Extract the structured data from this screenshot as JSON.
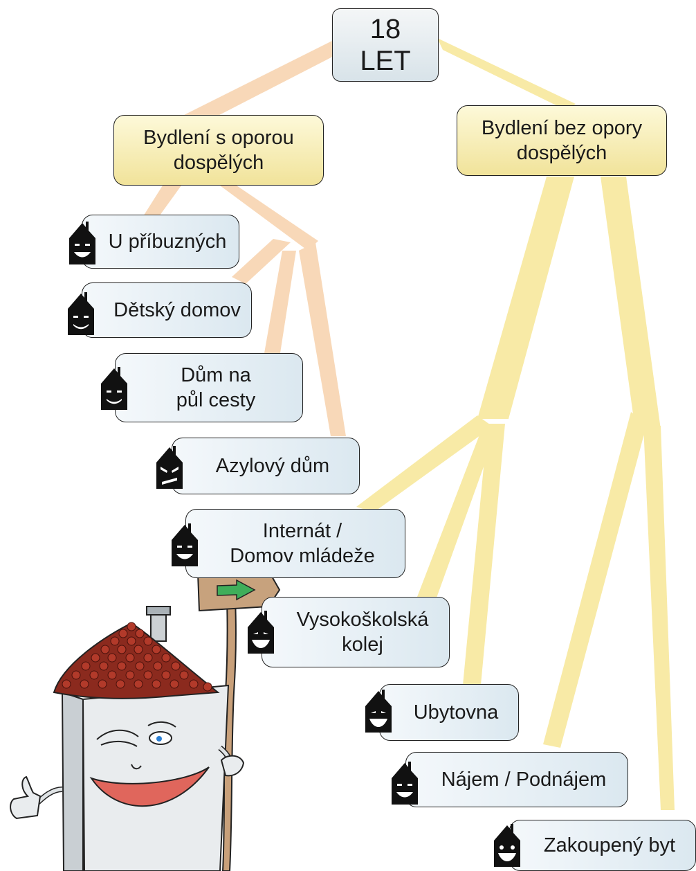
{
  "root": {
    "label": "18\nLET"
  },
  "branches": {
    "supported": {
      "label": "Bydlení s oporou\ndospělých"
    },
    "unsupported": {
      "label": "Bydlení bez opory\ndospělých"
    }
  },
  "options": {
    "relatives": "U příbuzných",
    "childrens_home": "Dětský domov",
    "halfway_house": "Dům na\npůl cesty",
    "shelter": "Azylový dům",
    "dormitory": "Internát /\nDomov mládeže",
    "university_dorm": "Vysokoškolská\nkolej",
    "hostel": "Ubytovna",
    "rent": "Nájem / Podnájem",
    "owned_flat": "Zakoupený byt"
  },
  "colors": {
    "supported_branch": "#f8d8b8",
    "unsupported_branch": "#f8eaa6",
    "box_blue": "#dbe8f0",
    "box_yellow": "#f1e39a",
    "roof": "#8b2a1e",
    "smile": "#e0665c"
  }
}
